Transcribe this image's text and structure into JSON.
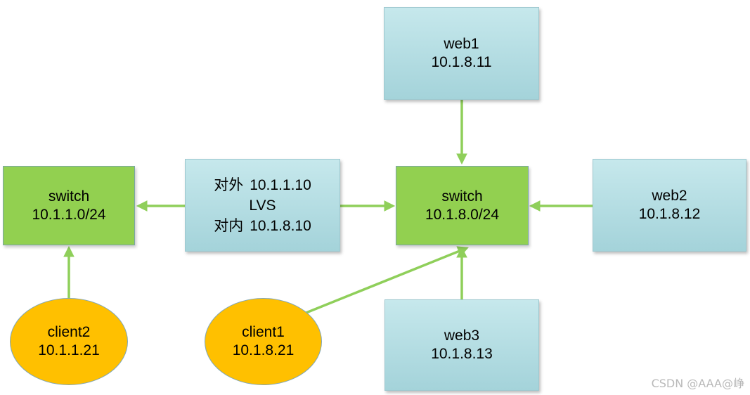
{
  "nodes": {
    "web1": {
      "name": "web1",
      "ip": "10.1.8.11"
    },
    "web2": {
      "name": "web2",
      "ip": "10.1.8.12"
    },
    "web3": {
      "name": "web3",
      "ip": "10.1.8.13"
    },
    "switch_left": {
      "name": "switch",
      "ip": "10.1.1.0/24"
    },
    "switch_right": {
      "name": "switch",
      "ip": "10.1.8.0/24"
    },
    "client1": {
      "name": "client1",
      "ip": "10.1.8.21"
    },
    "client2": {
      "name": "client2",
      "ip": "10.1.1.21"
    },
    "lvs": {
      "outer_label": "对外",
      "outer_ip": "10.1.1.10",
      "name": "LVS",
      "inner_label": "对内",
      "inner_ip": "10.1.8.10"
    }
  },
  "connections": [
    [
      "lvs",
      "switch_left"
    ],
    [
      "lvs",
      "switch_right"
    ],
    [
      "web1",
      "switch_right"
    ],
    [
      "web2",
      "switch_right"
    ],
    [
      "web3",
      "switch_right"
    ],
    [
      "client1",
      "switch_right"
    ],
    [
      "client2",
      "switch_left"
    ]
  ],
  "colors": {
    "arrow": "#8fcf5a",
    "switch": "#92d050",
    "client": "#ffc000",
    "server": "#b7dfe4"
  },
  "watermark": "CSDN @AAA@峥"
}
